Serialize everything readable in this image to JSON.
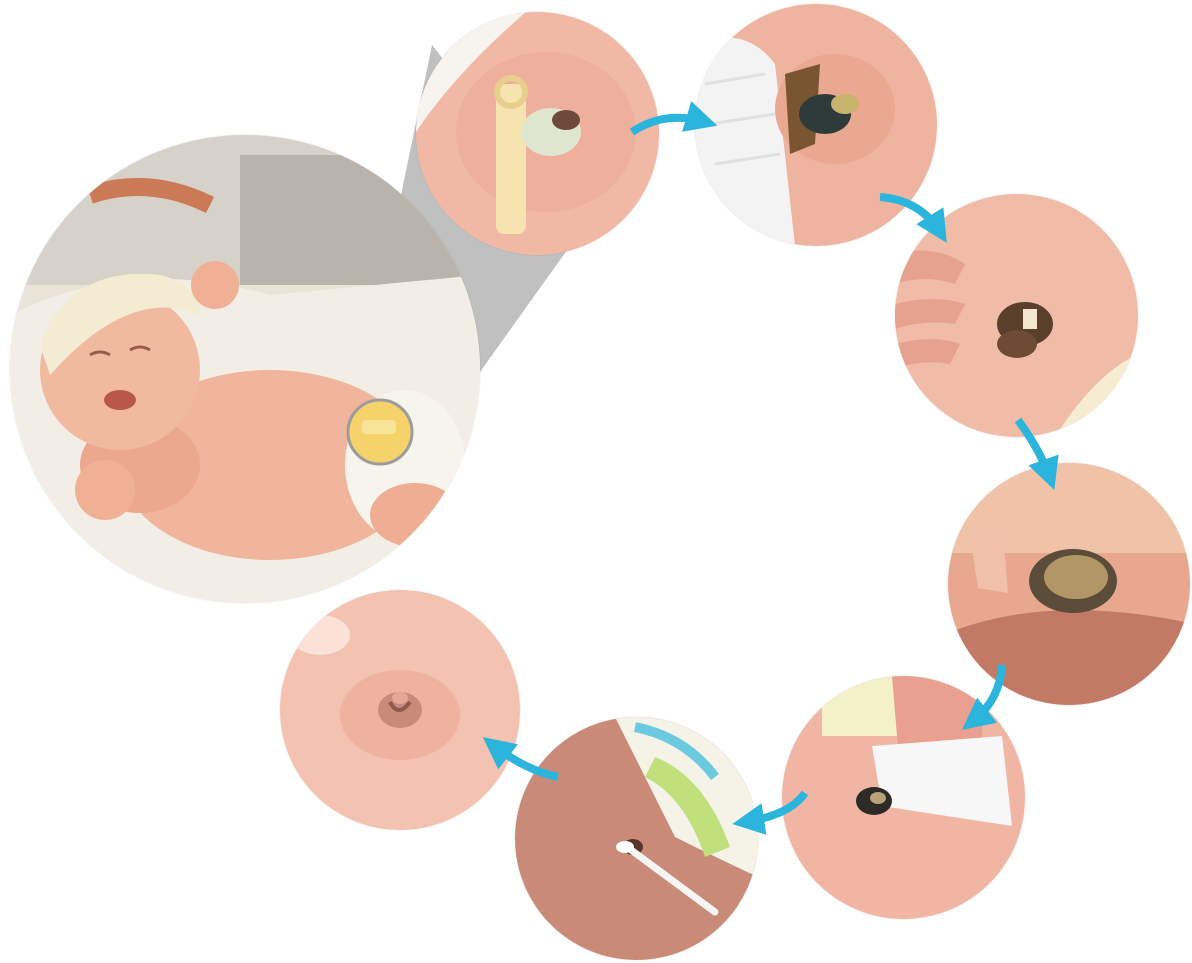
{
  "image": {
    "subject": "newborn-umbilical-cord-healing-sequence",
    "colors": {
      "skin_light": "#f3c3b1",
      "skin_mid": "#e8a996",
      "skin_dark": "#c98270",
      "blanket": "#f4f0e8",
      "clamp": "#f6e3a8",
      "arrow": "#2bb5dd",
      "wedge": "#8c8c8c",
      "stump_dark": "#4b3a2a"
    },
    "stages": [
      {
        "name": "baby-with-clamp",
        "icon": "newborn-photo"
      },
      {
        "name": "clamped-cord",
        "icon": "cord-clamp"
      },
      {
        "name": "drying-stump",
        "icon": "dried-stump"
      },
      {
        "name": "shriveled-stump",
        "icon": "shriveled-stump"
      },
      {
        "name": "detaching-stump",
        "icon": "detaching-stump"
      },
      {
        "name": "wiping-navel",
        "icon": "wipe-cloth"
      },
      {
        "name": "cotton-swab-cleaning",
        "icon": "cotton-swab"
      },
      {
        "name": "healed-navel",
        "icon": "healed-belly-button"
      }
    ]
  }
}
